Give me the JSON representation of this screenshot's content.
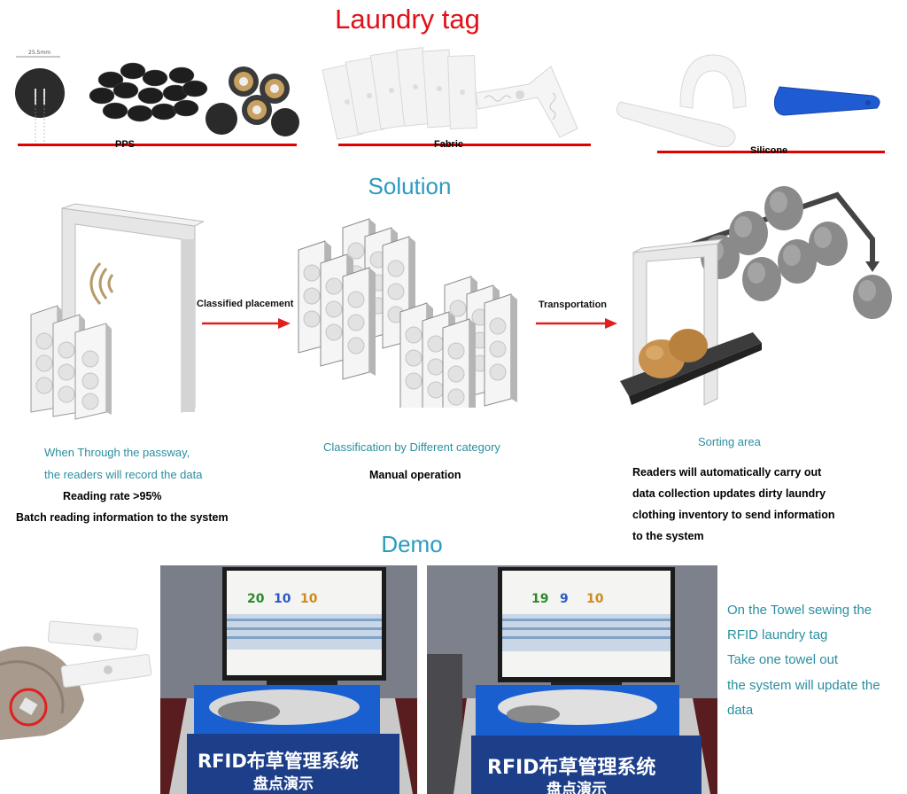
{
  "sections": {
    "laundry_tag": {
      "title": "Laundry tag",
      "color": "#e0101a"
    },
    "solution": {
      "title": "Solution",
      "color": "#2a9bc0"
    },
    "demo": {
      "title": "Demo",
      "color": "#2a9bc0"
    }
  },
  "tag_types": [
    {
      "label": "PPS"
    },
    {
      "label": "Fabric"
    },
    {
      "label": "Silicone"
    }
  ],
  "pps_dimension": "25.5mm",
  "flow": {
    "arrow1_label": "Classified placement",
    "arrow2_label": "Transportation",
    "steps": [
      {
        "teal_lines": [
          "When Through the passway,",
          "the readers will record the data"
        ],
        "black_lines": [
          "Reading rate >95%",
          "Batch reading information to the system"
        ]
      },
      {
        "teal_lines": [
          "Classification by Different category"
        ],
        "black_lines": [
          "Manual operation"
        ]
      },
      {
        "teal_lines": [
          "Sorting area"
        ],
        "black_lines": [
          "Readers  will  automatically  carry out",
          "data  collection  updates dirty laundry",
          "clothing inventory to send information",
          "to the system"
        ]
      }
    ]
  },
  "demo": {
    "description_lines": [
      "On the Towel sewing the",
      "RFID laundry tag",
      "Take one towel out",
      "the system will update the",
      "data"
    ],
    "photos": [
      {
        "sign_line1": "RFID布草管理系统",
        "sign_line2": "盘点演示",
        "count_a": "20",
        "count_b": "10",
        "count_c": "10"
      },
      {
        "sign_line1": "RFID布草管理系统",
        "sign_line2": "盘点演示",
        "count_a": "19",
        "count_b": "9",
        "count_c": "10"
      }
    ]
  }
}
